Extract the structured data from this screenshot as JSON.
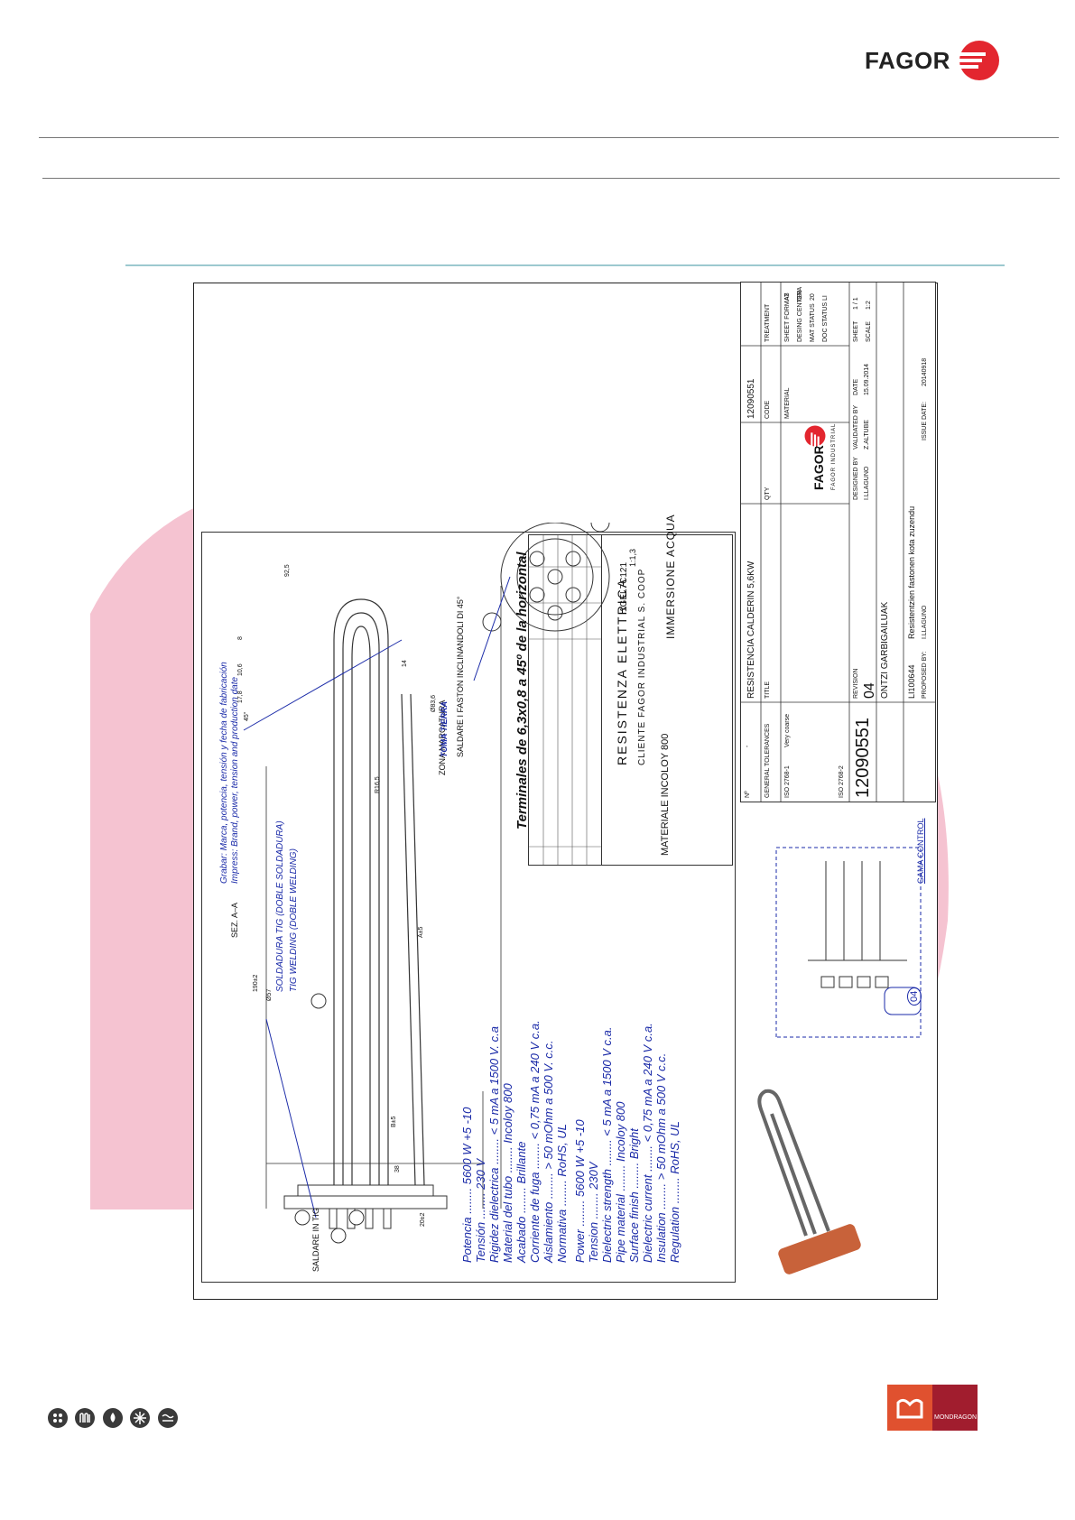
{
  "header": {
    "brand": "FAGOR"
  },
  "drawing": {
    "section_label": "SEZ. A–A",
    "zone_label": "ZONA MARCATURA",
    "earth_label": "TOMA TIERRA",
    "weld_note_es": "SOLDADURA TIG (DOBLE SOLDADURA)",
    "weld_note_en": "TIG WELDING (DOBLE WELDING)",
    "engrave_es": "Grabar: Marca, potencia, tensión y fecha de fabricación",
    "engrave_en": "Impress: Brand, power, tension and production date",
    "saldare_tig": "SALDARE IN TIG",
    "saldare_faston": "SALDARE I FASTON INCLINANDOLI DI 45°",
    "terminals_title": "Terminales de 6,3x0,8 a 45º de la horizontal",
    "dims": [
      "92,5",
      "190±2",
      "Ø57",
      "A±5",
      "B±5",
      "38",
      "20±2",
      "R16,5",
      "Ø83,6",
      "10,6",
      "8",
      "14",
      "17,8",
      "45°"
    ],
    "spec_es": [
      {
        "k": "Potencia",
        "v": "5600 W +5 -10"
      },
      {
        "k": "Tensión",
        "v": "230 V"
      },
      {
        "k": "Rigidez dielectrica",
        "v": "< 5 mA a 1500 V. c.a"
      },
      {
        "k": "Material del tubo",
        "v": "Incoloy 800"
      },
      {
        "k": "Acabado",
        "v": "Brillante"
      },
      {
        "k": "Corriente de fuga",
        "v": "< 0,75 mA a 240 V c.a."
      },
      {
        "k": "Aislamiento",
        "v": "> 50 mOhm a 500 V. c.c."
      },
      {
        "k": "Normativa",
        "v": "RoHS, UL"
      }
    ],
    "spec_en": [
      {
        "k": "Power",
        "v": "5600 W +5 -10"
      },
      {
        "k": "Tension",
        "v": "230V"
      },
      {
        "k": "Dielectric strength",
        "v": "< 5 mA a 1500 V c.a."
      },
      {
        "k": "Pipe material",
        "v": "Incoloy 800"
      },
      {
        "k": "Surface finish",
        "v": "Bright"
      },
      {
        "k": "Dielectric current",
        "v": "< 0,75 mA a 240 V c.a."
      },
      {
        "k": "Insulation",
        "v": "> 50 mOhm a 500 V c.c."
      },
      {
        "k": "Regulation",
        "v": "RoHS, UL"
      }
    ],
    "resistenza": "RESISTENZA ELETTRICA",
    "immersione": "IMMERSIONE ACQUA",
    "cliente": "CLIENTE FAGOR INDUSTRIAL S. COOP",
    "materiale": "MATERIALE INCOLOY 800",
    "part_ref": "1GEL7C121",
    "scale": "1:1,3",
    "callout_04": "04",
    "gama_control": "GAMA CONTROL"
  },
  "title_block": {
    "no_label": "Nº",
    "no_value": "-",
    "title_label": "TITLE",
    "title_value": "RESISTENCIA CALDERIN 5,6KW",
    "qty_label": "QTY",
    "code_label": "CODE",
    "code_value": "12090551",
    "material_label": "MATERIAL",
    "treatment_label": "TREATMENT",
    "gen_tol_label": "GENERAL TOLERANCES",
    "iso1": "ISO 2768-1",
    "very_coarse": "Very coarse",
    "iso2": "ISO 2768-2",
    "sheet_format_label": "SHEET FORMAT",
    "sheet_format": "A3",
    "design_center_label": "DESING CENTER",
    "design_center": "ONA",
    "mat_status_label": "MAT STATUS",
    "mat_status": "20",
    "doc_status_label": "DOC STATUS",
    "doc_status": "LI",
    "sheet_label": "SHEET",
    "sheet": "1 / 1",
    "scale_label": "SCALE",
    "scale": "1:2",
    "big_code": "12090551",
    "revision_label": "REVISION",
    "revision": "04",
    "designer": "ONTZI GARBIGAILUAK",
    "designed_by_label": "DESIGNED BY",
    "designed_by": "I.LLAGUNO",
    "validated_by_label": "VALIDATED BY",
    "validated_by": "Z.ALTUBE",
    "date_label": "DATE",
    "date": "15.09.2014",
    "change_ref": "LI100644",
    "change_desc": "Resistentzien fastonen kota zuzendu",
    "proposed_label": "PROPOSED BY:",
    "proposed": "I.LLAGUNO",
    "issue_label": "ISSUE DATE:",
    "issue": "20140918",
    "fagor_industrial": "FAGOR INDUSTRIAL"
  },
  "footer": {
    "icons": [
      "cooking-icon",
      "heating-icon",
      "washing-icon",
      "cooling-icon",
      "laundry-icon"
    ],
    "partner": "MONDRAGON"
  },
  "colors": {
    "brand_red": "#e3262f",
    "teal_rule": "#9cc9cf",
    "blue_text": "#1a2aa8",
    "pink_bg": "#f3b8c9",
    "mondragon_orange": "#e0512f",
    "mondragon_red": "#a11d2e"
  }
}
